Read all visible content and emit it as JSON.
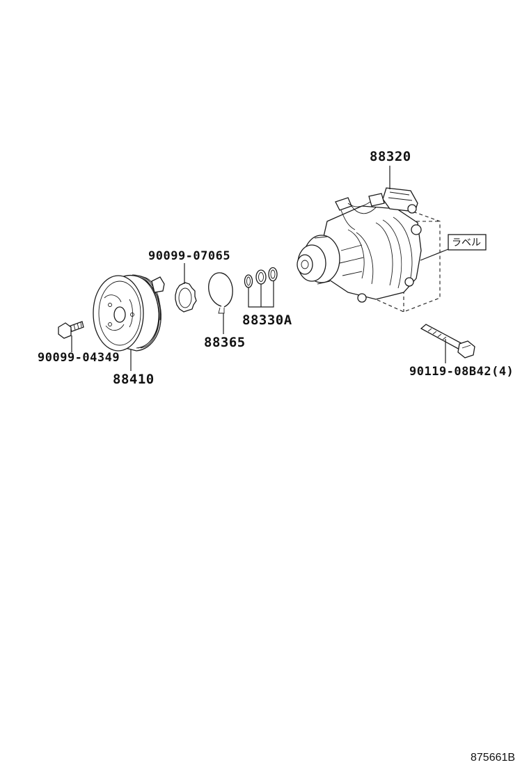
{
  "parts": {
    "compressor": "88320",
    "label_tag": "ラベル",
    "bolt_long": "90119-08B42(4)",
    "rings": "88330A",
    "snap_ring": "88365",
    "shim": "90099-07065",
    "bolt_small": "90099-04349",
    "pulley": "88410"
  },
  "reference_code": "875661B"
}
